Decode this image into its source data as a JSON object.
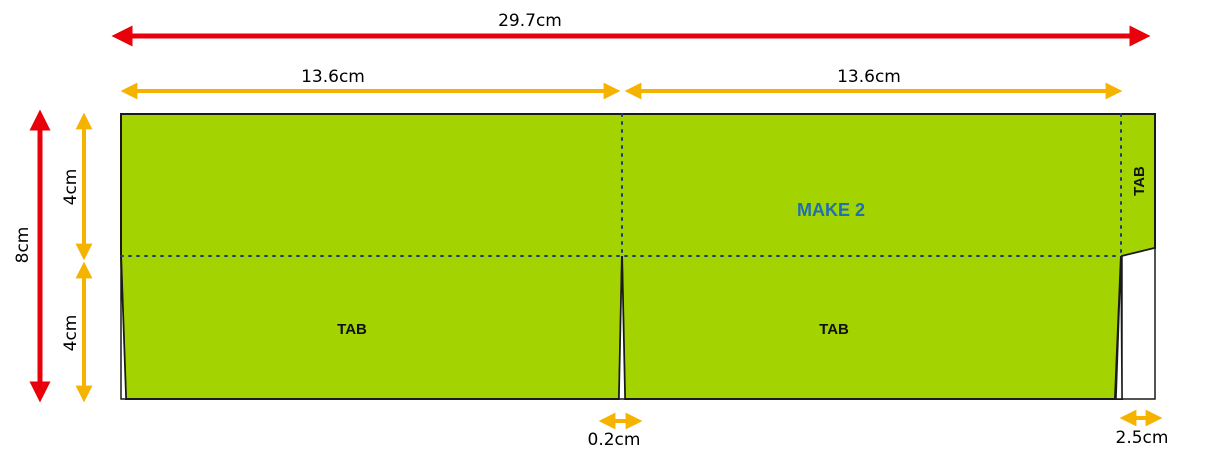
{
  "colors": {
    "panel": "#a3d300",
    "outline": "#1a1a1a",
    "fold_line": "#1f3a7a",
    "red_arrow": "#e8000b",
    "orange_arrow": "#f5b300",
    "make_label": "#1f6fb5"
  },
  "dimensions": {
    "total_width": "29.7cm",
    "left_panel_width": "13.6cm",
    "right_panel_width": "13.6cm",
    "total_height": "8cm",
    "upper_height": "4cm",
    "lower_height": "4cm",
    "gap_width": "0.2cm",
    "tab_width": "2.5cm"
  },
  "labels": {
    "bottom_tab_left": "TAB",
    "bottom_tab_right": "TAB",
    "side_tab": "TAB",
    "make_count": "MAKE 2"
  }
}
